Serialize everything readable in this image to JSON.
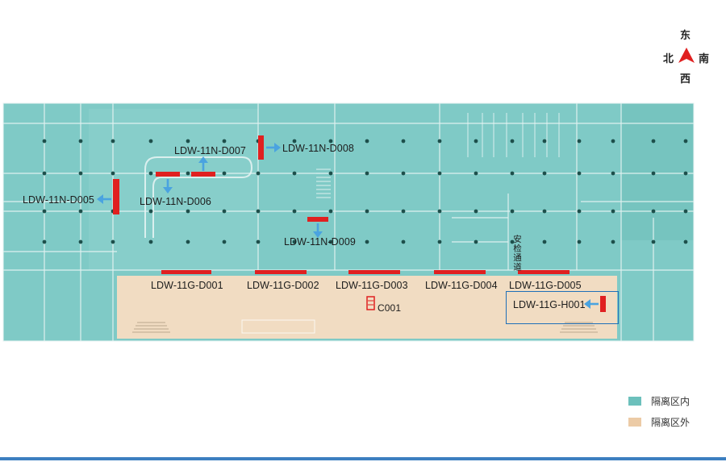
{
  "compass": {
    "north": "北",
    "south": "南",
    "east": "东",
    "west": "西"
  },
  "gate_labels": {
    "d005": "LDW-11N-D005",
    "d006": "LDW-11N-D006",
    "d007": "LDW-11N-D007",
    "d008": "LDW-11N-D008",
    "d009": "LDW-11N-D009",
    "g001": "LDW-11G-D001",
    "g002": "LDW-11G-D002",
    "g003": "LDW-11G-D003",
    "g004": "LDW-11G-D004",
    "g005": "LDW-11G-D005",
    "h001": "LDW-11G-H001",
    "c001": "C001"
  },
  "security_channel": "安检通道",
  "legend": [
    {
      "label": "隔离区内",
      "color": "#6cc0bc"
    },
    {
      "label": "隔离区外",
      "color": "#eccba6"
    }
  ],
  "colors": {
    "inside": "#7fcac6",
    "outside": "#f1dcc2",
    "gate": "#e02020",
    "arrow": "#4aa3e0",
    "wall": "#e6f3f2",
    "column": "#1d4f4b",
    "highlight_box": "#1f6fb8"
  }
}
